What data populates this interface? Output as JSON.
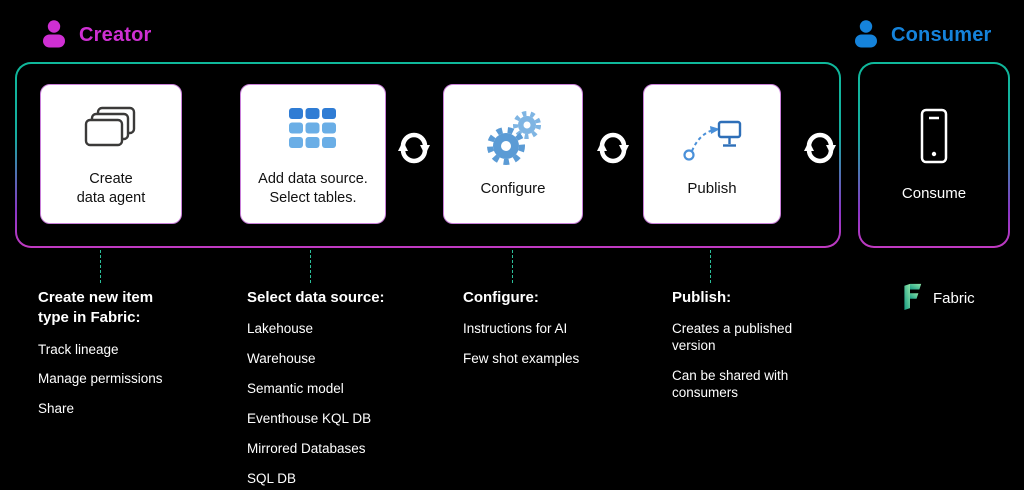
{
  "roles": {
    "creator": {
      "label": "Creator",
      "color": "#cf2fd3",
      "icon": "person-icon"
    },
    "consumer": {
      "label": "Consumer",
      "color": "#1583db",
      "icon": "person-icon"
    }
  },
  "pipeline": {
    "cards": [
      {
        "icon": "data-agent-stack-icon",
        "lines": [
          "Create",
          "data agent"
        ]
      },
      {
        "icon": "data-source-grid-icon",
        "lines": [
          "Add data source.",
          "Select tables."
        ]
      },
      {
        "icon": "gears-icon",
        "lines": [
          "Configure"
        ]
      },
      {
        "icon": "publish-flow-icon",
        "lines": [
          "Publish"
        ]
      }
    ],
    "sync_icon": "sync-arrows-icon",
    "consume_card": {
      "icon": "device-icon",
      "label": "Consume"
    }
  },
  "details": {
    "columns": [
      {
        "heading": "Create new item type in Fabric:",
        "items": [
          "Track lineage",
          "Manage permissions",
          "Share"
        ]
      },
      {
        "heading": "Select data source:",
        "items": [
          "Lakehouse",
          "Warehouse",
          "Semantic model",
          "Eventhouse KQL DB",
          "Mirrored Databases",
          "SQL DB"
        ]
      },
      {
        "heading": "Configure:",
        "items": [
          "Instructions for AI",
          "Few shot examples"
        ]
      },
      {
        "heading": "Publish:",
        "items": [
          "Creates a published version",
          "Can be shared with consumers"
        ]
      }
    ]
  },
  "branding": {
    "fabric_label": "Fabric",
    "fabric_green": "#26a98c"
  },
  "colors": {
    "background": "#000000",
    "border_gradient_top": "#0fb89b",
    "border_gradient_bottom": "#c13ac1",
    "icon_blue": "#5b9bd5",
    "connector_green": "#2bbf9a",
    "card_border": "#c97fd9"
  }
}
